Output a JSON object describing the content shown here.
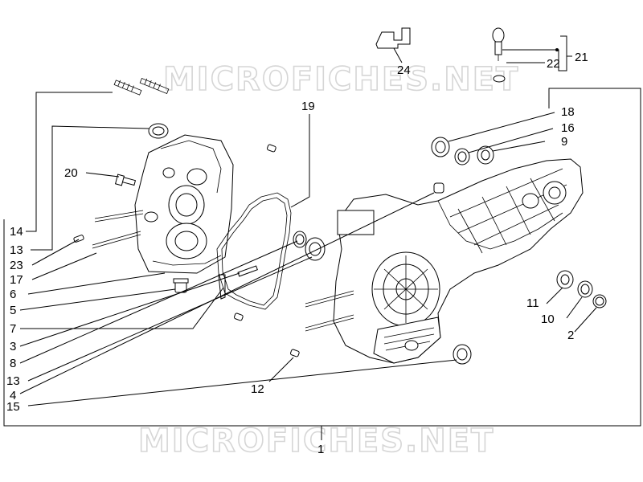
{
  "watermark": {
    "top": "MICROFICHES.NET",
    "bottom": "MICROFICHES.NET"
  },
  "labels": {
    "l1": "1",
    "l2": "2",
    "l3": "3",
    "l4": "4",
    "l5": "5",
    "l6": "6",
    "l7": "7",
    "l8": "8",
    "l9": "9",
    "l10": "10",
    "l11": "11",
    "l12": "12",
    "l13a": "13",
    "l13b": "13",
    "l14": "14",
    "l15": "15",
    "l16": "16",
    "l17": "17",
    "l18": "18",
    "l19": "19",
    "l20": "20",
    "l21": "21",
    "l22": "22",
    "l23": "23",
    "l24": "24"
  }
}
